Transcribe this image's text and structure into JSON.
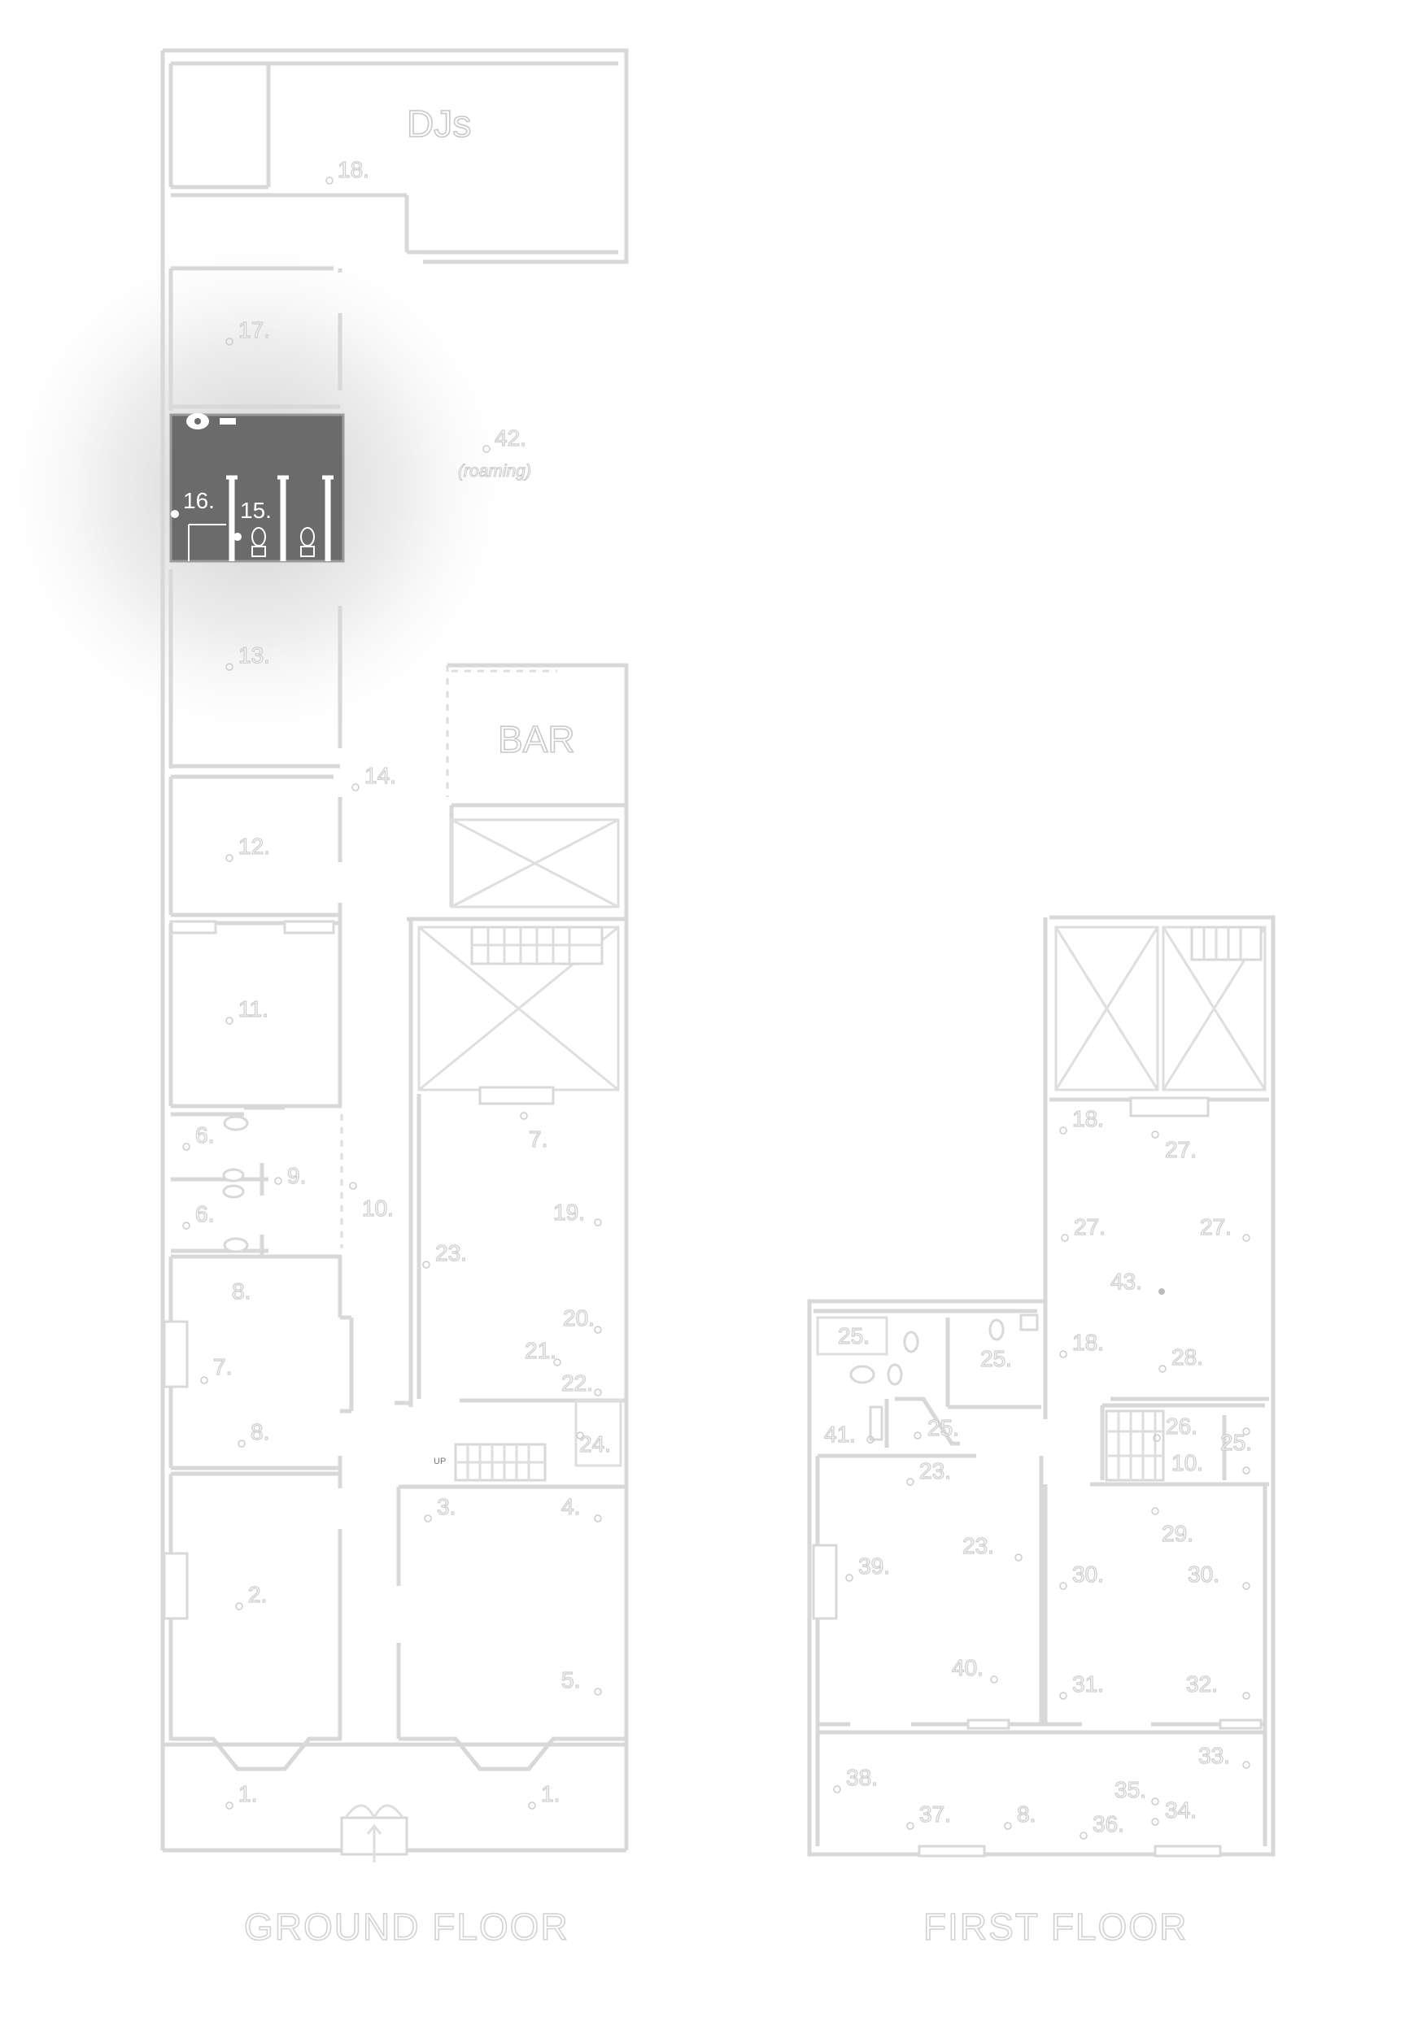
{
  "colors": {
    "wall": "#d8d8d8",
    "highlight_room": "#6b6b6b",
    "halo": "#e6e6e6",
    "label_outline": "#cfcfcf"
  },
  "ground_floor": {
    "title": "GROUND FLOOR",
    "room_labels": {
      "djs": "DJs",
      "bar": "BAR",
      "r18": "18.",
      "r17": "17.",
      "r42": "42.",
      "roaming": "(roaming)",
      "r16": "16.",
      "r15": "15.",
      "r13": "13.",
      "r14": "14.",
      "r12": "12.",
      "r11": "11.",
      "r6a": "6.",
      "r9": "9.",
      "r6b": "6.",
      "r10": "10.",
      "r8a": "8.",
      "r7a": "7.",
      "r8b": "8.",
      "r7b": "7.",
      "r19": "19.",
      "r23": "23.",
      "r20": "20.",
      "r21": "21.",
      "r22": "22.",
      "r24": "24.",
      "up": "UP",
      "r3": "3.",
      "r4": "4.",
      "r2": "2.",
      "r5": "5.",
      "r1a": "1.",
      "r1b": "1."
    }
  },
  "first_floor": {
    "title": "FIRST FLOOR",
    "room_labels": {
      "r18a": "18.",
      "r27a": "27.",
      "r27b": "27.",
      "r27c": "27.",
      "r43": "43.",
      "r25a": "25.",
      "r25b": "25.",
      "r18b": "18.",
      "r28": "28.",
      "r41": "41.",
      "r25c": "25.",
      "r26": "26.",
      "r25d": "25.",
      "r10": "10.",
      "r23a": "23.",
      "r29": "29.",
      "r23b": "23.",
      "r39": "39.",
      "r30a": "30.",
      "r30b": "30.",
      "r40": "40.",
      "r31": "31.",
      "r32": "32.",
      "r33": "33.",
      "r38": "38.",
      "r35": "35.",
      "r34": "34.",
      "r37": "37.",
      "r8": "8.",
      "r36": "36."
    }
  }
}
